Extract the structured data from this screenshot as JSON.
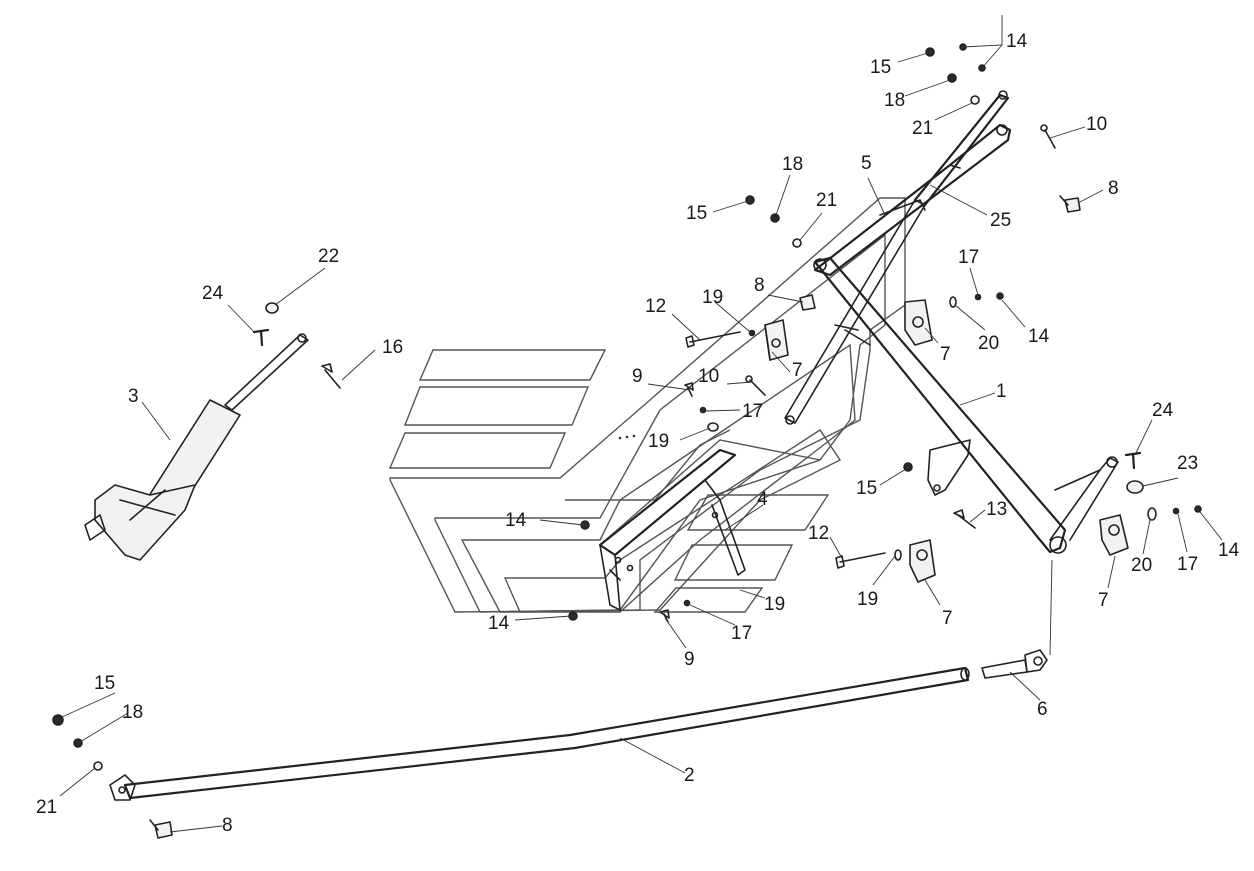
{
  "diagram": {
    "callouts": [
      {
        "id": "c1",
        "label": "1"
      },
      {
        "id": "c2",
        "label": "2"
      },
      {
        "id": "c3",
        "label": "3"
      },
      {
        "id": "c4",
        "label": "4"
      },
      {
        "id": "c5",
        "label": "5"
      },
      {
        "id": "c6",
        "label": "6"
      },
      {
        "id": "c7a",
        "label": "7"
      },
      {
        "id": "c7b",
        "label": "7"
      },
      {
        "id": "c7c",
        "label": "7"
      },
      {
        "id": "c7d",
        "label": "7"
      },
      {
        "id": "c8a",
        "label": "8"
      },
      {
        "id": "c8b",
        "label": "8"
      },
      {
        "id": "c8c",
        "label": "8"
      },
      {
        "id": "c9a",
        "label": "9"
      },
      {
        "id": "c9b",
        "label": "9"
      },
      {
        "id": "c10a",
        "label": "10"
      },
      {
        "id": "c10b",
        "label": "10"
      },
      {
        "id": "c12a",
        "label": "12"
      },
      {
        "id": "c12b",
        "label": "12"
      },
      {
        "id": "c13",
        "label": "13"
      },
      {
        "id": "c14a",
        "label": "14"
      },
      {
        "id": "c14b",
        "label": "14"
      },
      {
        "id": "c14c",
        "label": "14"
      },
      {
        "id": "c14d",
        "label": "14"
      },
      {
        "id": "c14e",
        "label": "14"
      },
      {
        "id": "c15a",
        "label": "15"
      },
      {
        "id": "c15b",
        "label": "15"
      },
      {
        "id": "c15c",
        "label": "15"
      },
      {
        "id": "c15d",
        "label": "15"
      },
      {
        "id": "c16",
        "label": "16"
      },
      {
        "id": "c17a",
        "label": "17"
      },
      {
        "id": "c17b",
        "label": "17"
      },
      {
        "id": "c17c",
        "label": "17"
      },
      {
        "id": "c17d",
        "label": "17"
      },
      {
        "id": "c18a",
        "label": "18"
      },
      {
        "id": "c18b",
        "label": "18"
      },
      {
        "id": "c18c",
        "label": "18"
      },
      {
        "id": "c19a",
        "label": "19"
      },
      {
        "id": "c19b",
        "label": "19"
      },
      {
        "id": "c19c",
        "label": "19"
      },
      {
        "id": "c19d",
        "label": "19"
      },
      {
        "id": "c20a",
        "label": "20"
      },
      {
        "id": "c20b",
        "label": "20"
      },
      {
        "id": "c21a",
        "label": "21"
      },
      {
        "id": "c21b",
        "label": "21"
      },
      {
        "id": "c21c",
        "label": "21"
      },
      {
        "id": "c22",
        "label": "22"
      },
      {
        "id": "c23",
        "label": "23"
      },
      {
        "id": "c24a",
        "label": "24"
      },
      {
        "id": "c24b",
        "label": "24"
      },
      {
        "id": "c25",
        "label": "25"
      }
    ]
  }
}
